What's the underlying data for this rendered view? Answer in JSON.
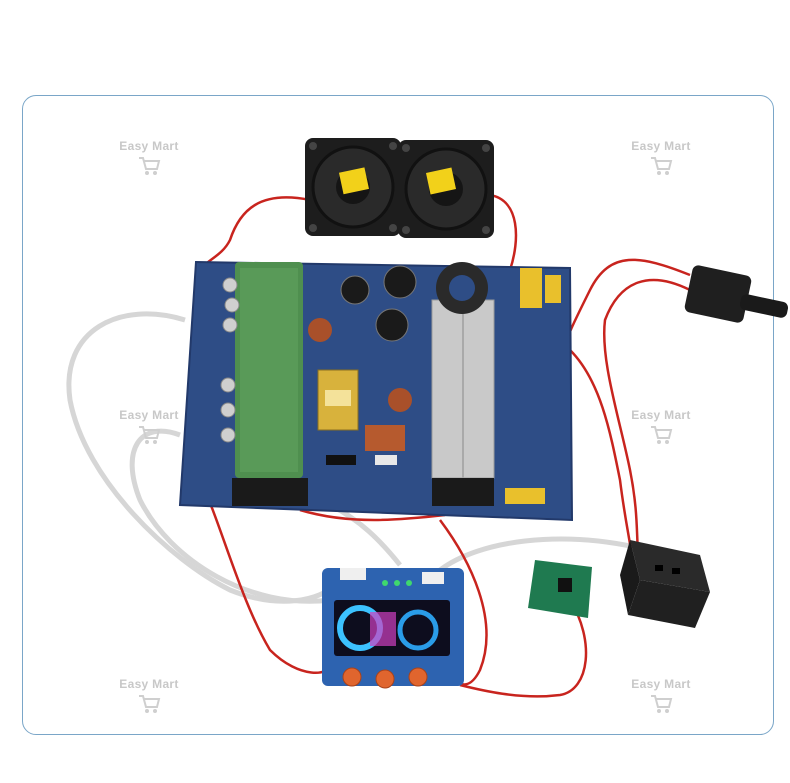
{
  "watermark": {
    "text": "Easy Mart",
    "icon": "shopping-cart-icon"
  },
  "product": {
    "components": [
      "inverter-main-board",
      "cooling-fan",
      "cooling-fan",
      "lcd-display-board",
      "control-board",
      "power-cord-plug",
      "universal-socket"
    ],
    "colors": {
      "board": "#2e4d86",
      "heatsink": "#c9c9c9",
      "transformer": "#4f8f4f",
      "wire_red": "#d0201c",
      "wire_gray": "#d7d7d7",
      "fan": "#1d1d1d",
      "knob": "#e0652e"
    }
  }
}
